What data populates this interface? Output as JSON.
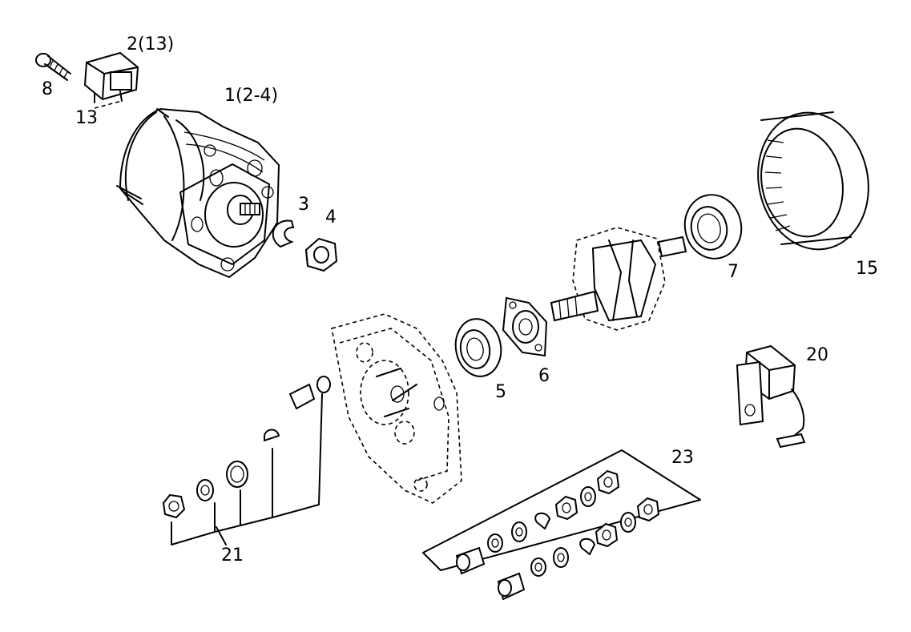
{
  "labels": {
    "p2": "2(13)",
    "p8": "8",
    "p13": "13",
    "p1": "1(2-4)",
    "p3": "3",
    "p4": "4",
    "p15": "15",
    "p7": "7",
    "p5": "5",
    "p6": "6",
    "p20": "20",
    "p21": "21",
    "p23": "23"
  }
}
